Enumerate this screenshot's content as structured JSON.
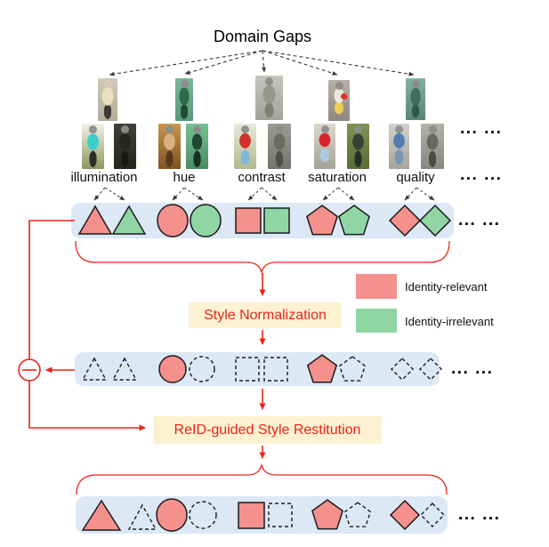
{
  "title": "Domain Gaps",
  "ellipsis": "... ...",
  "factors": [
    {
      "label": "illumination"
    },
    {
      "label": "hue"
    },
    {
      "label": "contrast"
    },
    {
      "label": "saturation"
    },
    {
      "label": "quality"
    }
  ],
  "process": {
    "normalization_label": "Style Normalization",
    "restitution_label": "ReID-guided Style Restitution"
  },
  "legend": {
    "relevant": {
      "label": "Identity-relevant",
      "color": "#F4918C"
    },
    "irrelevant": {
      "label": "Identity-irrelevant",
      "color": "#8FD6A4"
    }
  },
  "operator": {
    "symbol": "-",
    "meaning": "subtract"
  },
  "colors": {
    "identity_relevant_fill": "#F4918C",
    "identity_irrelevant_fill": "#8FD6A4",
    "feature_band_background": "#DCE8F5",
    "process_box_background": "#FCF2D2",
    "flow_accent_red": "#EC2318",
    "shape_outline": "#1b1b1b"
  },
  "rows": {
    "input_features": {
      "pairs": [
        {
          "shape": "triangle",
          "left": "relevant-solid",
          "right": "irrelevant-solid"
        },
        {
          "shape": "circle",
          "left": "relevant-solid",
          "right": "irrelevant-solid"
        },
        {
          "shape": "square",
          "left": "relevant-solid",
          "right": "irrelevant-solid"
        },
        {
          "shape": "pentagon",
          "left": "relevant-solid",
          "right": "irrelevant-solid"
        },
        {
          "shape": "diamond",
          "left": "relevant-solid",
          "right": "irrelevant-solid"
        }
      ]
    },
    "normalized_features": {
      "pairs": [
        {
          "shape": "triangle",
          "left": "dashed-empty",
          "right": "dashed-empty"
        },
        {
          "shape": "circle",
          "left": "relevant-solid",
          "right": "dashed-empty"
        },
        {
          "shape": "square",
          "left": "dashed-empty",
          "right": "dashed-empty"
        },
        {
          "shape": "pentagon",
          "left": "relevant-solid",
          "right": "dashed-empty"
        },
        {
          "shape": "diamond",
          "left": "dashed-empty",
          "right": "dashed-empty"
        }
      ]
    },
    "restituted_features": {
      "pairs": [
        {
          "shape": "triangle",
          "left": "relevant-solid",
          "right": "dashed-empty"
        },
        {
          "shape": "circle",
          "left": "relevant-solid",
          "right": "dashed-empty"
        },
        {
          "shape": "square",
          "left": "relevant-solid",
          "right": "dashed-empty"
        },
        {
          "shape": "pentagon",
          "left": "relevant-solid",
          "right": "dashed-empty"
        },
        {
          "shape": "diamond",
          "left": "relevant-solid",
          "right": "dashed-empty"
        }
      ]
    }
  }
}
